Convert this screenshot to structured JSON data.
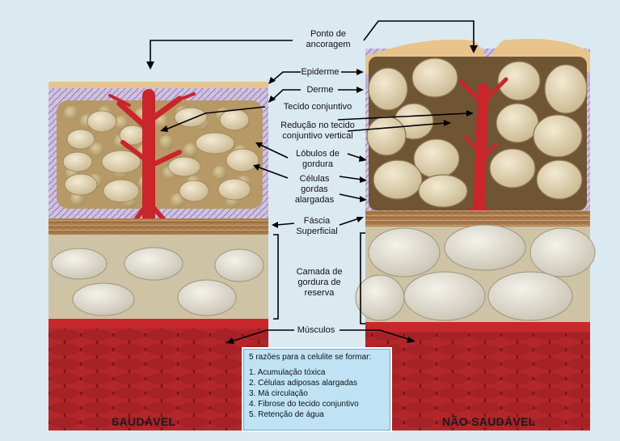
{
  "labels": {
    "ponto": "Ponto de\nancoragem",
    "epiderme": "Epiderme",
    "derme": "Derme",
    "tecido": "Tecido conjuntivo",
    "reducao": "Redução no tecido\nconjuntivo vertical",
    "lobulos": "Lóbulos de\ngordura",
    "celulas": "Células\ngordas\nalargadas",
    "fascia": "Fáscia\nSuperficial",
    "camada": "Camada de\ngordura de\nreserva",
    "musculos": "Músculos"
  },
  "reasons": {
    "title": "5 razões para a celulite se formar:",
    "items": [
      "1. Acumulação tóxica",
      "2. Células adiposas alargadas",
      "3. Má circulação",
      "4. Fibrose do tecido conjuntivo",
      "5. Retenção de água"
    ]
  },
  "captions": {
    "healthy": "SAUDÁVEL",
    "unhealthy": "NÃO SAUDÁVEL"
  },
  "colors": {
    "background": "#dbe9f1",
    "epidermis": "#e8c48c",
    "dermis": "#c9b6d8",
    "fat_lobule": "#e4d9bd",
    "fascia": "#b88c5c",
    "reserve_fat": "#cfc3a3",
    "muscle": "#b7262a",
    "vessel": "#c9252b",
    "reasons_box": "#bfe3f5"
  }
}
